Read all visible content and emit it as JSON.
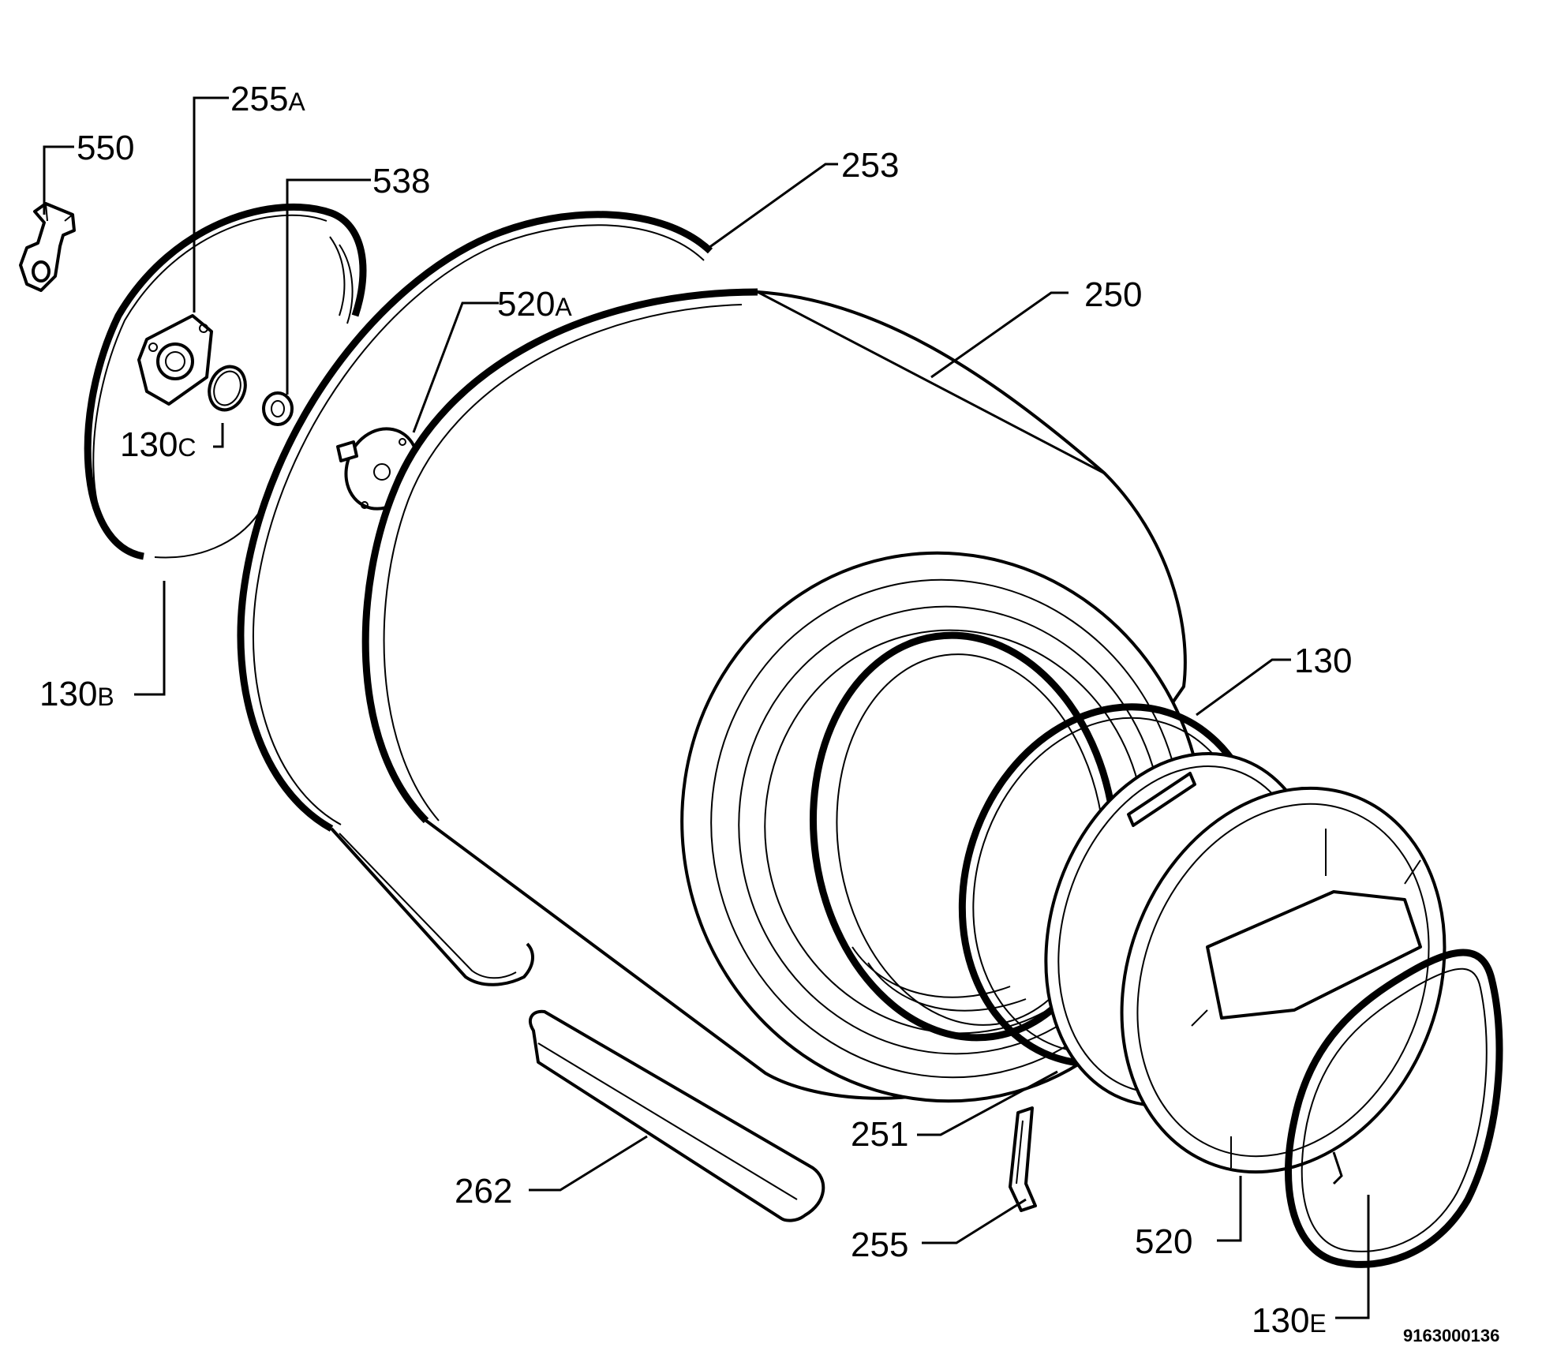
{
  "labels": {
    "l550": {
      "num": "550"
    },
    "l255a": {
      "num": "255",
      "suffix": "A"
    },
    "l538": {
      "num": "538"
    },
    "l253": {
      "num": "253"
    },
    "l520a": {
      "num": "520",
      "suffix": "A"
    },
    "l250": {
      "num": "250"
    },
    "l130c": {
      "num": "130",
      "suffix": "C"
    },
    "l130b": {
      "num": "130",
      "suffix": "B"
    },
    "l130": {
      "num": "130"
    },
    "l251": {
      "num": "251"
    },
    "l262": {
      "num": "262"
    },
    "l255": {
      "num": "255"
    },
    "l520": {
      "num": "520"
    },
    "l130e": {
      "num": "130",
      "suffix": "E"
    }
  },
  "document_number": "9163000136"
}
